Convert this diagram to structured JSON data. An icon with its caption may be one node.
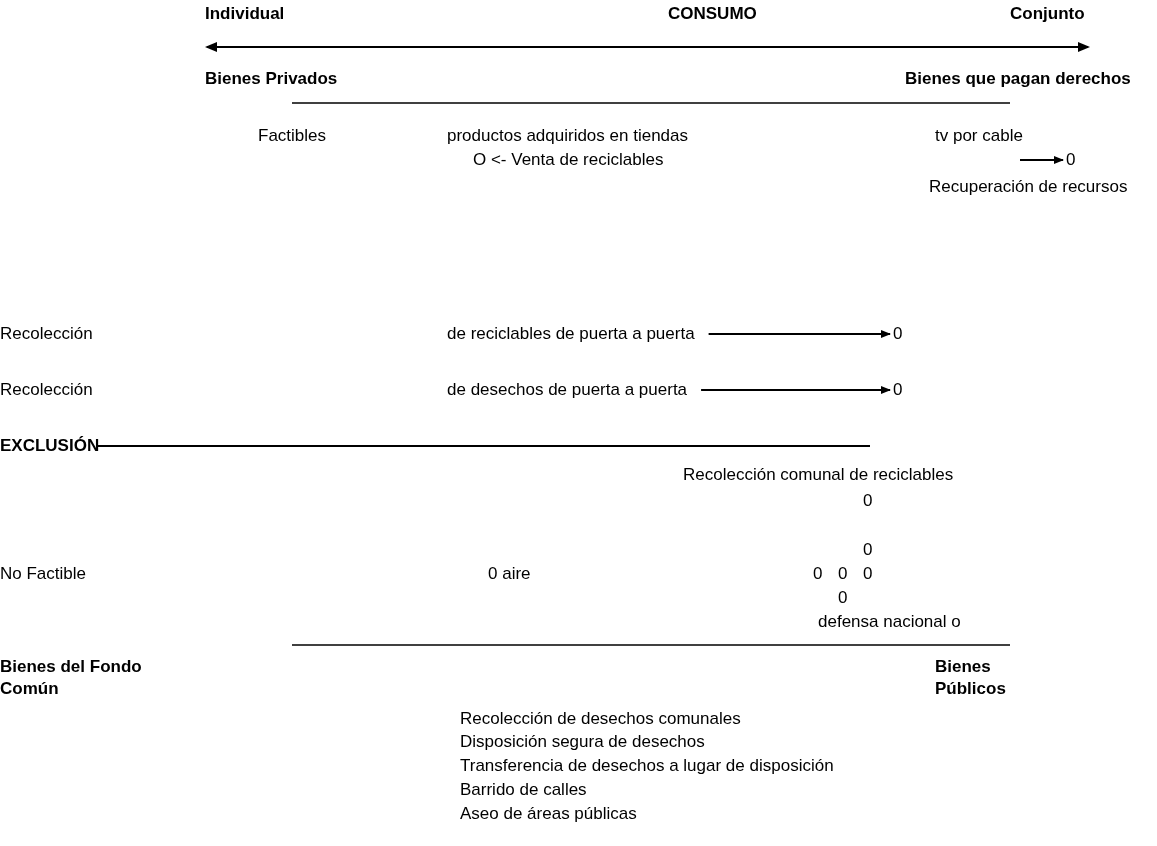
{
  "diagram": {
    "nodes": [
      {
        "text": [
          "0"
        ]
      },
      {
        "text": [
          "de reciclables de puerta a puerta"
        ]
      },
      {
        "text": [
          "0"
        ]
      },
      {
        "text": [
          "de desechos de puerta a puerta"
        ]
      },
      {
        "text": [
          "0"
        ]
      }
    ],
    "edges": [
      {
        "from": null,
        "to": 0,
        "arrow": "to"
      },
      {
        "from": 1,
        "to": 2,
        "arrow": "to"
      },
      {
        "from": 3,
        "to": 4,
        "arrow": "to"
      }
    ],
    "labels": [
      "Individual",
      "CONSUMO",
      "Conjunto",
      "Bienes Privados",
      "Bienes que pagan derechos",
      "Factibles",
      "productos adquiridos en tiendas",
      "tv por cable",
      "O <- Venta de reciclables",
      "Recuperación de recursos",
      "Recolección",
      "Recolección",
      "EXCLUSIÓN",
      "Recolección comunal de reciclables",
      "0",
      "0",
      "No Factible",
      "0 aire",
      "0",
      "0",
      "0",
      "0",
      "defensa nacional o",
      "Bienes del Fondo Común",
      "Bienes Públicos",
      "Recolección de desechos comunales",
      "Disposición segura de desechos",
      "Transferencia de desechos a lugar de disposición",
      "Barrido de calles",
      "Aseo de áreas públicas"
    ]
  }
}
